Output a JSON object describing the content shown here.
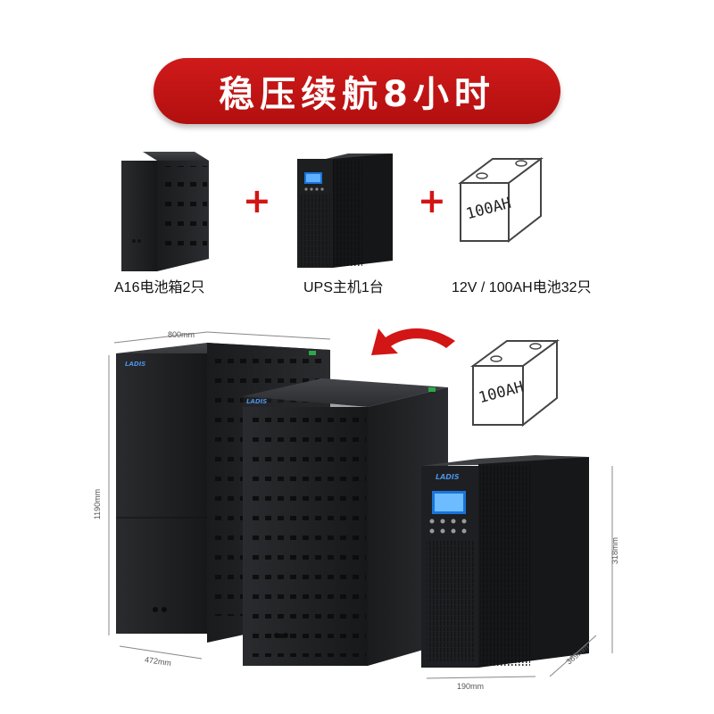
{
  "banner": {
    "title": "稳压续航8小时"
  },
  "products": [
    {
      "caption": "A16电池箱2只"
    },
    {
      "caption": "UPS主机1台"
    },
    {
      "caption": "12V / 100AH电池32只"
    }
  ],
  "battery_label": "100AH",
  "brand": "LADIS",
  "dimensions": {
    "cabinet_width": "800mm",
    "cabinet_height": "1190mm",
    "cabinet_depth": "472mm",
    "ups_height": "318mm",
    "ups_width": "190mm",
    "ups_depth": "369mm"
  },
  "colors": {
    "banner_red": "#c41414",
    "plus_red": "#d21515",
    "cabinet": "#1e1f21"
  }
}
